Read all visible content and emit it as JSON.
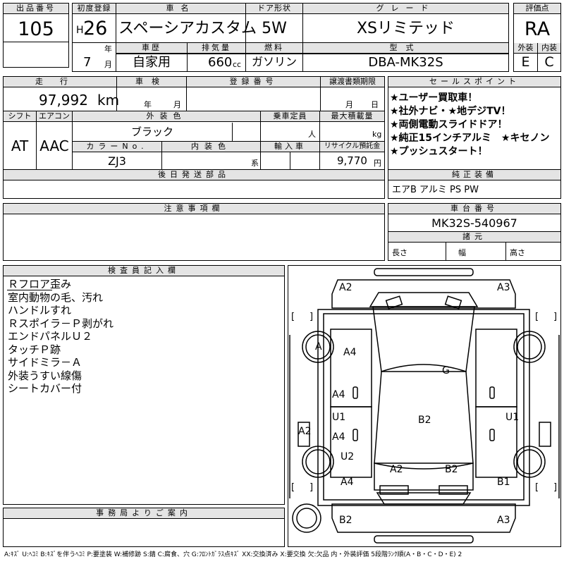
{
  "headers": {
    "lot_no": "出品番号",
    "first_reg": "初度登録",
    "car_name": "車名",
    "door": "ドア形状",
    "grade": "グレード",
    "score": "評価点",
    "history": "車歴",
    "displacement": "排気量",
    "fuel": "燃料",
    "model_code": "型式",
    "exterior": "外装",
    "interior": "内装",
    "mileage": "走行",
    "inspection": "車検",
    "reg_no": "登録番号",
    "transfer_doc": "譲渡書類期限",
    "selling_points": "セールスポイント",
    "shift": "シフト",
    "aircon": "エアコン",
    "ext_color": "外装色",
    "capacity": "乗車定員",
    "max_load": "最大積載量",
    "color_no": "カラーNo.",
    "int_color": "内装色",
    "import": "輸入車",
    "recycle": "リサイクル預託金",
    "later_parts": "後日発送部品",
    "std_equip": "純正装備",
    "notes": "注意事項欄",
    "chassis_no": "車台番号",
    "specs": "諸元",
    "inspector": "検査員記入欄",
    "office": "事務局よりご案内"
  },
  "values": {
    "lot_no": "105",
    "era": "H",
    "year": "26",
    "year_unit": "年",
    "month": "7",
    "month_unit": "月",
    "car_name": "スペーシアカスタム",
    "door": "5W",
    "grade": "XSリミテッド",
    "score": "RA",
    "history": "自家用",
    "displacement": "660",
    "cc": "cc",
    "fuel": "ガソリン",
    "model_code": "DBA-MK32S",
    "exterior": "E",
    "interior": "C",
    "mileage": "97,992",
    "km": "km",
    "insp_year": "年",
    "insp_month": "月",
    "doc_month": "月",
    "doc_day": "日",
    "shift": "AT",
    "aircon": "AAC",
    "ext_color": "ブラック",
    "person": "人",
    "kg": "kg",
    "color_no": "ZJ3",
    "series": "系",
    "recycle": "9,770",
    "yen": "円",
    "std_equip": "エアB アルミ PS PW",
    "chassis_no": "MK32S-540967",
    "length": "長さ",
    "width": "幅",
    "height": "高さ"
  },
  "selling_points": [
    "★ユーザー買取車！",
    "★社外ナビ・★地デジTV！",
    "★両側電動スライドドア！",
    "★純正15インチアルミ　★キセノン",
    "★プッシュスタート！"
  ],
  "inspector_notes": [
    "Ｒフロア歪み",
    "室内動物の毛、汚れ",
    "ハンドルすれ",
    "Ｒスポイラ－Ｐ剥がれ",
    "エンドパネルＵ２",
    "タッチＰ跡",
    "サイドミラ－Ａ",
    "外装うすい線傷",
    "シートカバー付"
  ],
  "diagram_marks": [
    "A2",
    "A3",
    "A",
    "A4",
    "G",
    "A4",
    "U1",
    "U1",
    "B2",
    "A2",
    "A4",
    "U2",
    "A2",
    "B2",
    "A4",
    "B1",
    "B2",
    "A3"
  ],
  "bracket_marks": [
    "[",
    "]",
    "[",
    "]",
    "[",
    "]",
    "[",
    "]"
  ],
  "legend": "A:ｷｽﾞ U:ﾍｺﾐ B:ｷｽﾞを伴うﾍｺﾐ P:要塗装 W:補修跡 S:錆 C:腐食、穴 G:ﾌﾛﾝﾄｶﾞﾗｽ点ｷｽﾞ XX:交換済み X:要交換 欠:欠品 内・外装評価 5段階ﾗﾝｸ順(A・B・C・D・E) 2"
}
